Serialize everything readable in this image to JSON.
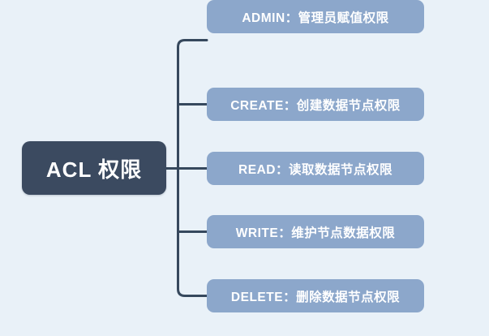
{
  "diagram": {
    "type": "mindmap",
    "background_color": "#e9f1f8",
    "connector_color": "#36485d",
    "root_node": {
      "label": "ACL 权限",
      "fill": "#3b4a60",
      "text_color": "#ffffff"
    },
    "branch_style": {
      "fill": "#8ca7cb",
      "text_color": "#ffffff"
    },
    "branches": [
      {
        "label": "CREATE：创建数据节点权限"
      },
      {
        "label": "READ：读取数据节点权限"
      },
      {
        "label": "WRITE：维护节点数据权限"
      },
      {
        "label": "DELETE：删除数据节点权限"
      },
      {
        "label": "ADMIN：管理员赋值权限"
      }
    ]
  }
}
